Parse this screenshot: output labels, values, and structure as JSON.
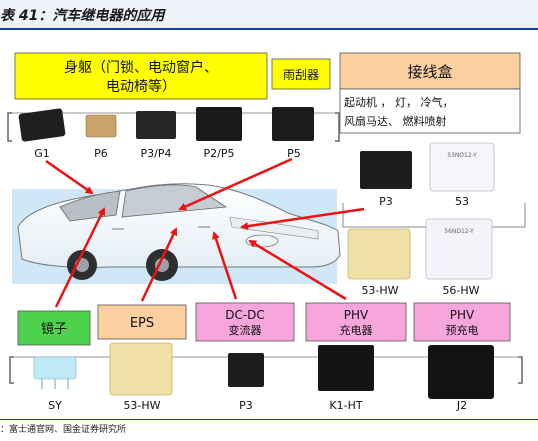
{
  "title": "表 41：汽车继电器的应用",
  "source": "：富士通官网、国金证券研究所",
  "colors": {
    "yellow": "#ffff00",
    "orange": "#fbd09f",
    "green": "#4cd24c",
    "pink": "#f7a6dc",
    "car": "#cfe7f7",
    "arrow": "#ee1111"
  },
  "boxes": {
    "body": {
      "line1": "身躯（门锁、电动窗户、",
      "line2": "电动椅等）"
    },
    "wiper": "雨刮器",
    "harness": {
      "title": "接线盒",
      "line1": "起动机 ， 灯， 冷气，",
      "line2": "风扇马达、 燃料喷射"
    },
    "mirror": "镜子",
    "eps": "EPS",
    "dcdc": {
      "line1": "DC-DC",
      "line2": "变流器"
    },
    "phv_charger": {
      "line1": "PHV",
      "line2": "充电器"
    },
    "phv_precharge": {
      "line1": "PHV",
      "line2": "预充电"
    }
  },
  "relays_top": [
    "G1",
    "P6",
    "P3/P4",
    "P2/P5",
    "P5"
  ],
  "relays_right": [
    "P3",
    "53",
    "53-HW",
    "56-HW"
  ],
  "relays_bottom": [
    "SY",
    "53-HW",
    "P3",
    "K1-HT",
    "J2"
  ],
  "relay_markings": {
    "r53": "53NO12-Y",
    "r56": "56ND12-Y"
  }
}
